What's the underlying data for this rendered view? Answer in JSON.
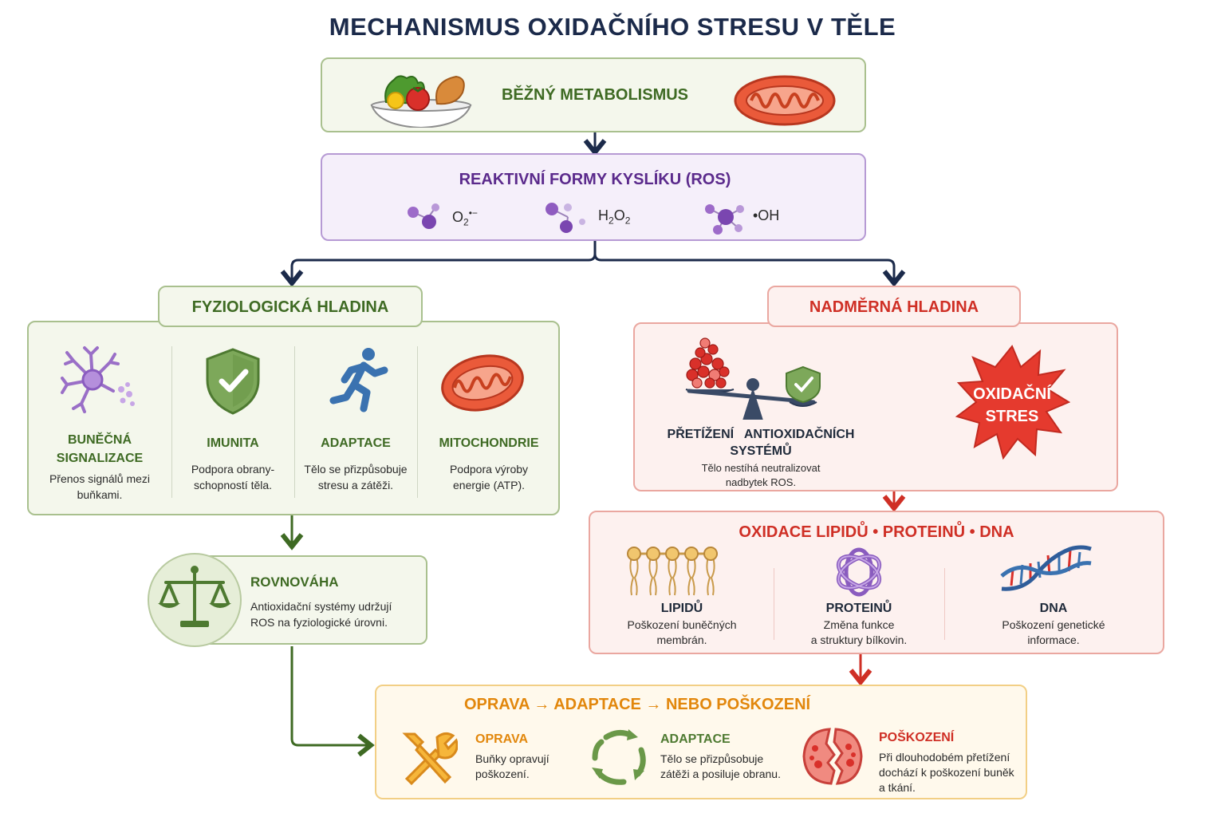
{
  "title": "MECHANISMUS OXIDAČNÍHO STRESU V TĚLE",
  "metabolism": {
    "label": "BĚŽNÝ METABOLISMUS"
  },
  "ros": {
    "label": "REAKTIVNÍ FORMY KYSLÍKU (ROS)",
    "species": [
      {
        "base": "O",
        "sub": "2",
        "sup": "•−"
      },
      {
        "base": "H",
        "sub": "2",
        "mid": "O",
        "sub2": "2"
      },
      {
        "text": "•OH"
      }
    ]
  },
  "physiological": {
    "label": "FYZIOLOGICKÁ HLADINA",
    "items": [
      {
        "title_line1": "BUNĚČNÁ",
        "title_line2": "SIGNALIZACE",
        "desc_line1": "Přenos signálů mezi",
        "desc_line2": "buňkami."
      },
      {
        "title_line1": "IMUNITA",
        "desc_line1": "Podpora obrany-",
        "desc_line2": "schopností těla."
      },
      {
        "title_line1": "ADAPTACE",
        "desc_line1": "Tělo se přizpůsobuje",
        "desc_line2": "stresu a zátěži."
      },
      {
        "title_line1": "MITOCHONDRIE",
        "desc_line1": "Podpora výroby",
        "desc_line2": "energie (ATP)."
      }
    ]
  },
  "balance": {
    "title": "ROVNOVÁHA",
    "desc_line1": "Antioxidační systémy udržují",
    "desc_line2": "ROS na fyziologické úrovni."
  },
  "excessive": {
    "label": "NADMĚRNÁ HLADINA",
    "overload_line1": "PŘETÍŽENÍ   ANTIOXIDAČNÍCH",
    "overload_line2": "SYSTÉMŮ",
    "overload_desc_line1": "Tělo nestíhá neutralizovat",
    "overload_desc_line2": "nadbytek ROS.",
    "stress_line1": "OXIDAČNÍ",
    "stress_line2": "STRES"
  },
  "oxidation": {
    "label": "OXIDACE LIPIDŮ • PROTEINŮ • DNA",
    "items": [
      {
        "title": "LIPIDŮ",
        "desc_line1": "Poškození buněčných",
        "desc_line2": "membrán."
      },
      {
        "title": "PROTEINŮ",
        "desc_line1": "Změna funkce",
        "desc_line2": "a struktury bílkovin."
      },
      {
        "title": "DNA",
        "desc_line1": "Poškození genetické",
        "desc_line2": "informace."
      }
    ]
  },
  "outcome": {
    "label": "OPRAVA → ADAPTACE → NEBO POŠKOZENÍ",
    "items": [
      {
        "title": "OPRAVA",
        "desc_line1": "Buňky opravují",
        "desc_line2": "poškození."
      },
      {
        "title": "ADAPTACE",
        "desc_line1": "Tělo se přizpůsobuje",
        "desc_line2": "zátěži a posiluje obranu."
      },
      {
        "title": "POŠKOZENÍ",
        "desc_line1": "Při dlouhodobém přetížení",
        "desc_line2": "dochází k poškození buněk",
        "desc_line3": "a tkání."
      }
    ]
  },
  "colors": {
    "navy": "#1b2a4a",
    "green": "#3e6a23",
    "purple": "#5b2a8c",
    "red": "#cf2f25",
    "orange": "#e2870c"
  }
}
